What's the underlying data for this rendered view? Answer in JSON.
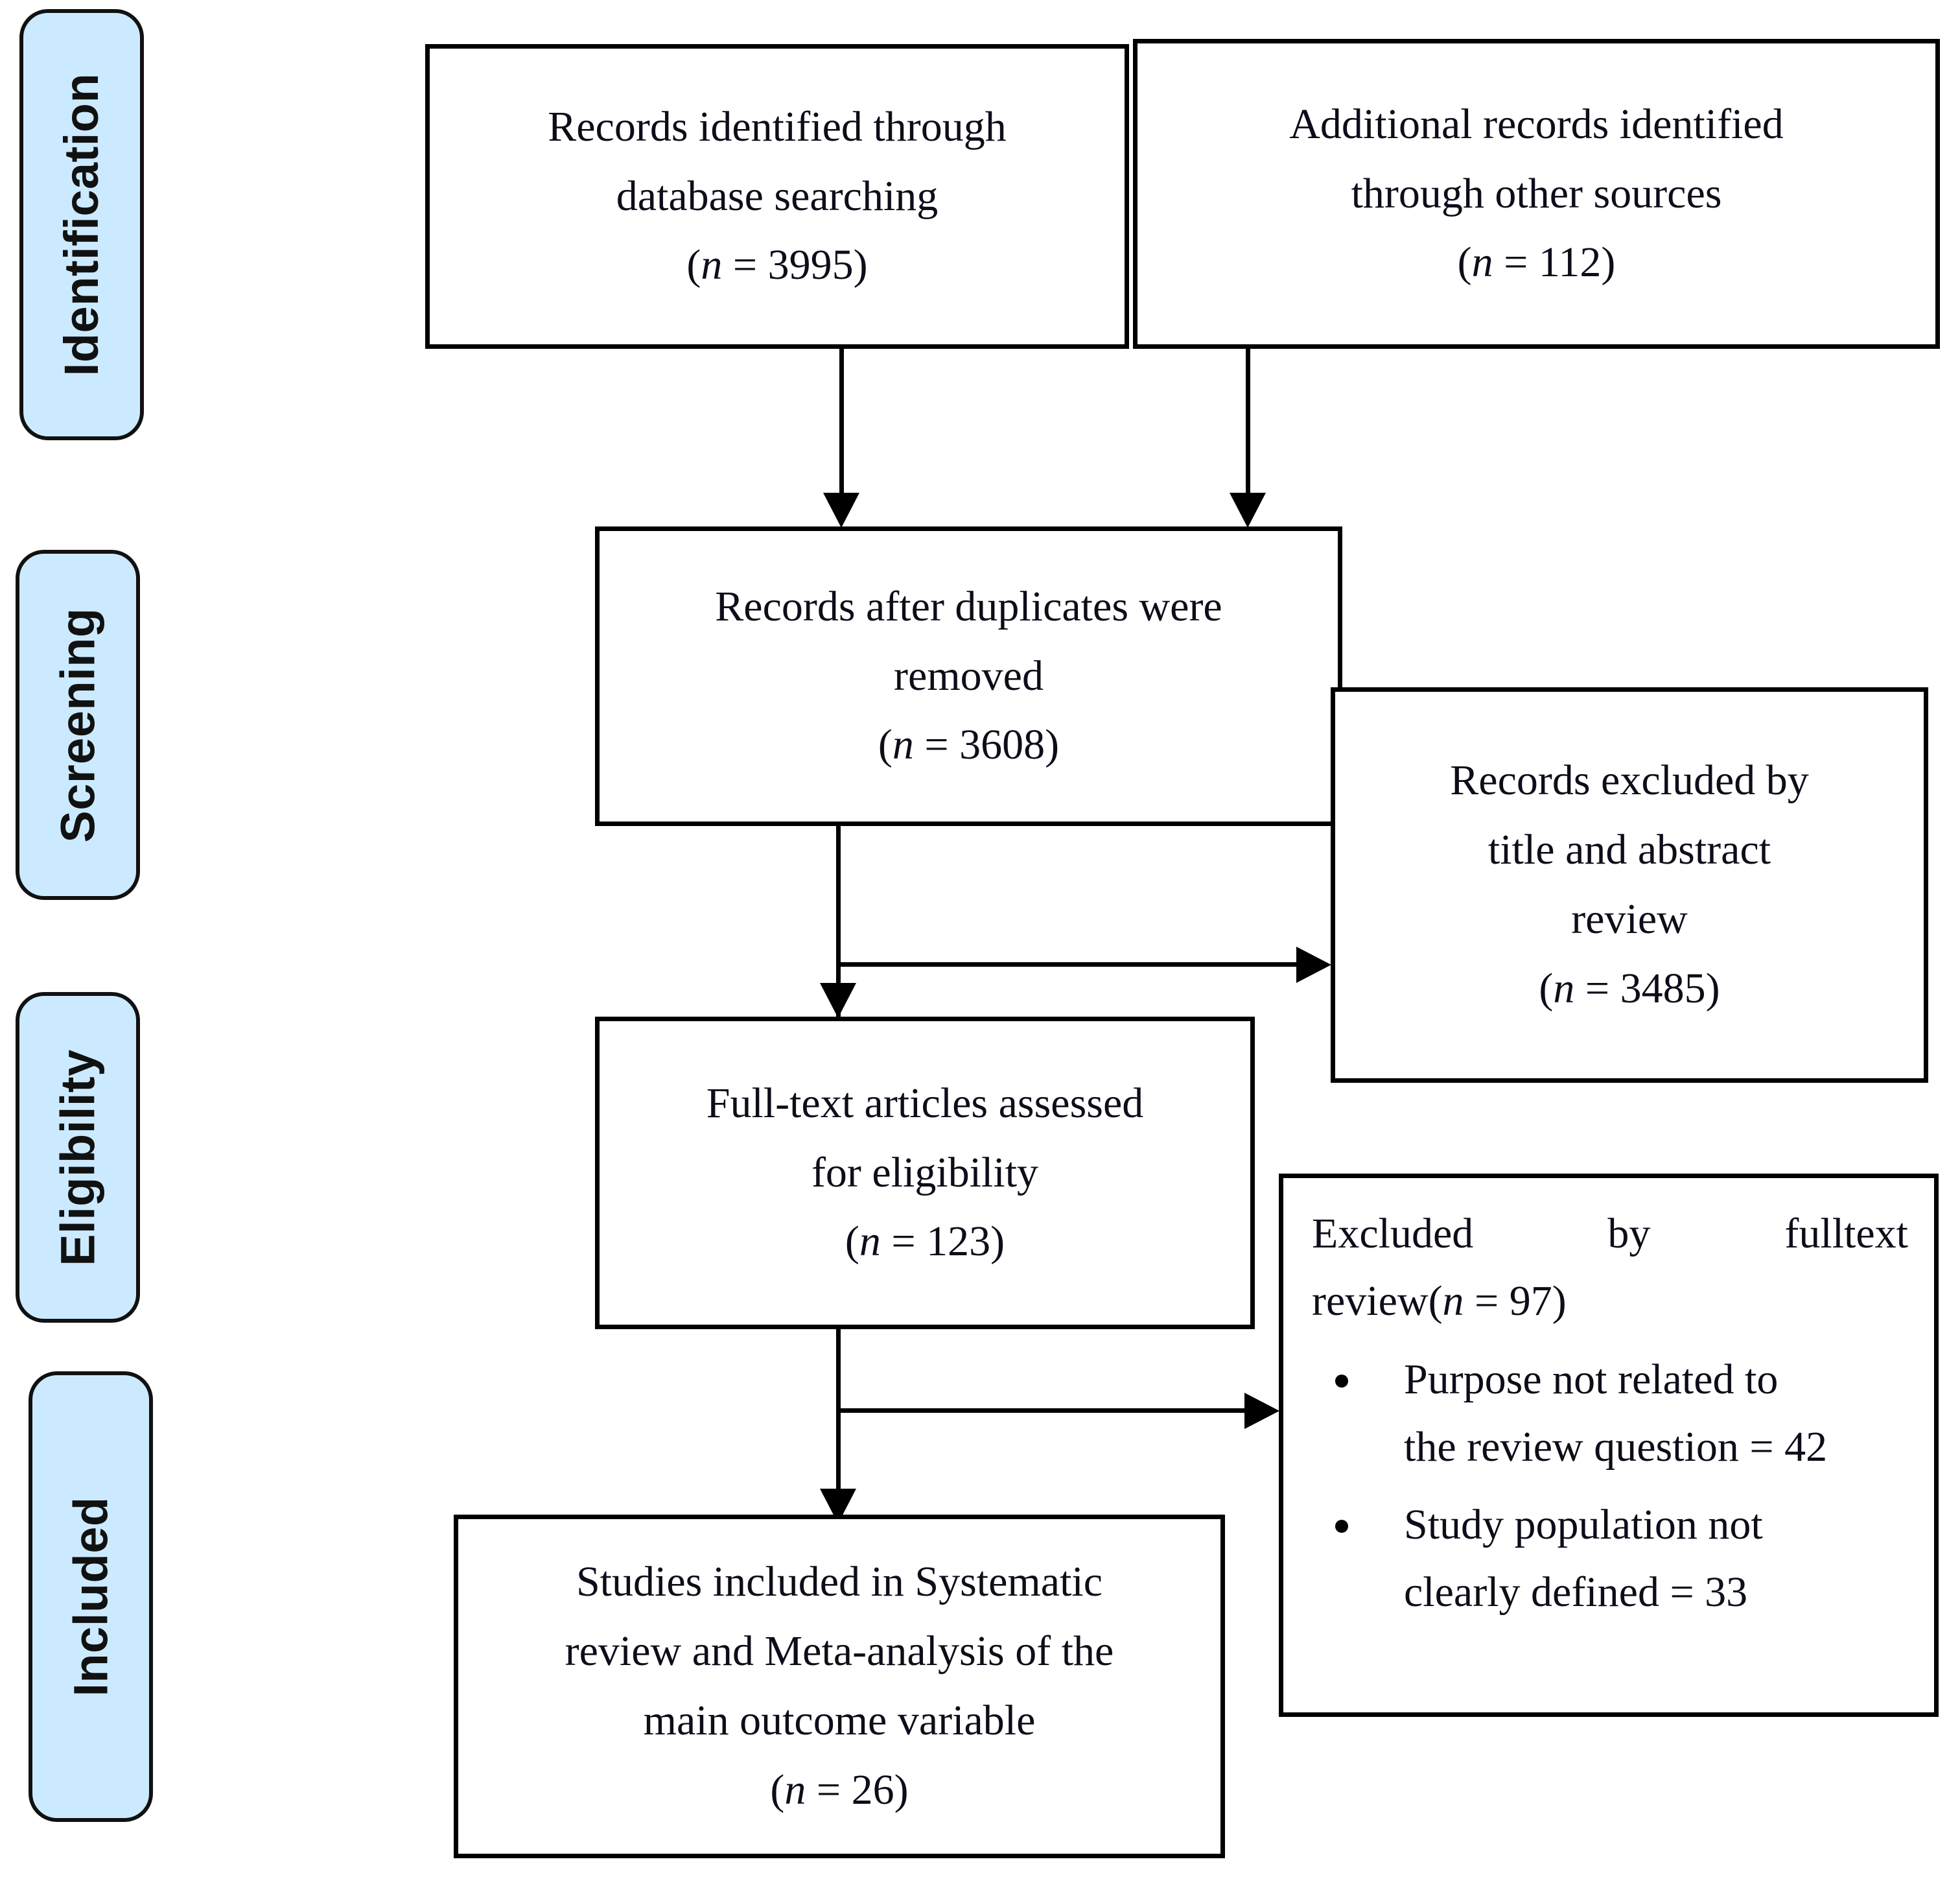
{
  "diagram": {
    "title": "PRISMA flow diagram",
    "colors": {
      "stage_fill": "#CCEAFF",
      "stage_border": "#111111",
      "box_border": "#000000",
      "text": "#0D0D1A",
      "background": "#FFFFFF"
    }
  },
  "stages": [
    {
      "id": "identification",
      "label": "Identification"
    },
    {
      "id": "screening",
      "label": "Screening"
    },
    {
      "id": "eligibility",
      "label": "Eligibility"
    },
    {
      "id": "included",
      "label": "Included"
    }
  ],
  "boxes": {
    "database_records": {
      "line1": "Records identified through",
      "line2": "database searching",
      "n_open": "(",
      "n_symbol": "n",
      "n_value": " = 3995)",
      "count": 3995
    },
    "other_records": {
      "line1": "Additional records identified",
      "line2": "through other sources",
      "n_open": "(",
      "n_symbol": "n",
      "n_value": " = 112)",
      "count": 112
    },
    "after_duplicates": {
      "line1": "Records after duplicates were",
      "line2": "removed",
      "n_open": "(",
      "n_symbol": "n",
      "n_value": " = 3608)",
      "count": 3608
    },
    "excluded_title_abstract": {
      "line1": "Records excluded by",
      "line2": "title and abstract",
      "line3": "review",
      "n_open": "(",
      "n_symbol": "n",
      "n_value": " = 3485)",
      "count": 3485
    },
    "fulltext_assessed": {
      "line1": "Full-text articles assessed",
      "line2": "for eligibility",
      "n_open": "(",
      "n_symbol": "n",
      "n_value": " = 123)",
      "count": 123
    },
    "excluded_fulltext": {
      "head_word1": "Excluded",
      "head_word2": "by",
      "head_word3": "fulltext",
      "head_line2_pre": "review(",
      "head_line2_symbol": "n",
      "head_line2_post": " = 97)",
      "count": 97,
      "reasons": [
        {
          "line1": "Purpose not related to",
          "line2": "the review question = 42",
          "value": 42
        },
        {
          "line1": "Study population not",
          "line2": "clearly defined = 33",
          "value": 33
        }
      ]
    },
    "included_studies": {
      "line1": "Studies included in Systematic",
      "line2": "review and Meta-analysis of the",
      "line3": "main outcome variable",
      "n_open": "(",
      "n_symbol": "n",
      "n_value": " = 26)",
      "count": 26
    }
  }
}
